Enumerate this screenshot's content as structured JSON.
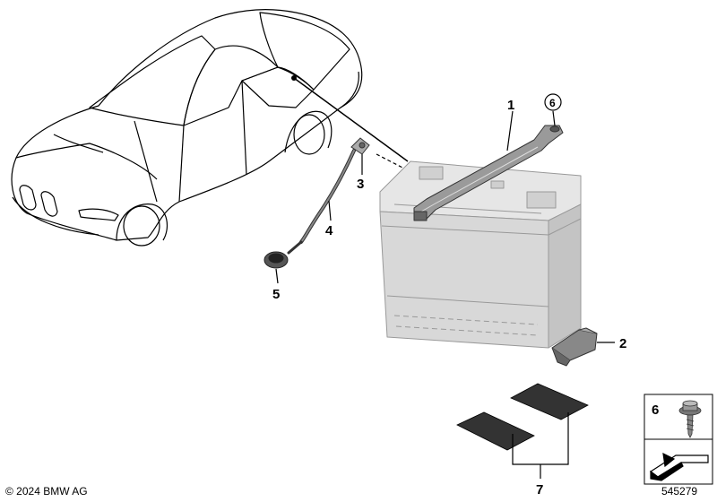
{
  "copyright": "© 2024 BMW AG",
  "diagram_id": "545279",
  "callouts": [
    {
      "label": "1",
      "part": "battery-holder-bracket"
    },
    {
      "label": "6",
      "part": "bracket-screw",
      "circled": true
    },
    {
      "label": "3",
      "part": "cable-connector"
    },
    {
      "label": "4",
      "part": "ground-cable"
    },
    {
      "label": "5",
      "part": "grommet"
    },
    {
      "label": "2",
      "part": "clamping-plate"
    },
    {
      "label": "7",
      "part": "foam-pads"
    }
  ],
  "legend_box": {
    "label": "6"
  },
  "colors": {
    "line": "#000000",
    "battery_fill": "#dcdcdc",
    "battery_shade": "#c8c8c8",
    "part_fill": "#777777",
    "pad_fill": "#333333"
  }
}
